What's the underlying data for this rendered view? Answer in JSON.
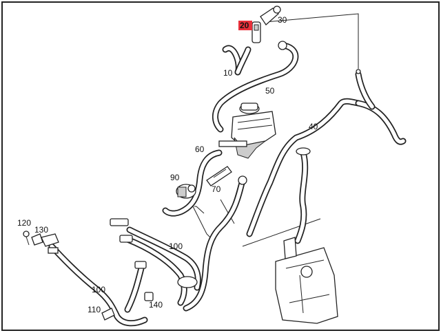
{
  "callouts": [
    {
      "id": "10",
      "label": "10"
    },
    {
      "id": "20",
      "label": "20",
      "highlight_color": "#e8303a"
    },
    {
      "id": "30",
      "label": "30"
    },
    {
      "id": "40",
      "label": "40"
    },
    {
      "id": "50",
      "label": "50"
    },
    {
      "id": "60",
      "label": "60"
    },
    {
      "id": "70",
      "label": "70"
    },
    {
      "id": "90",
      "label": "90"
    },
    {
      "id": "100a",
      "label": "100"
    },
    {
      "id": "100b",
      "label": "100"
    },
    {
      "id": "110",
      "label": "110"
    },
    {
      "id": "120",
      "label": "120"
    },
    {
      "id": "130",
      "label": "130"
    },
    {
      "id": "140",
      "label": "140"
    }
  ]
}
